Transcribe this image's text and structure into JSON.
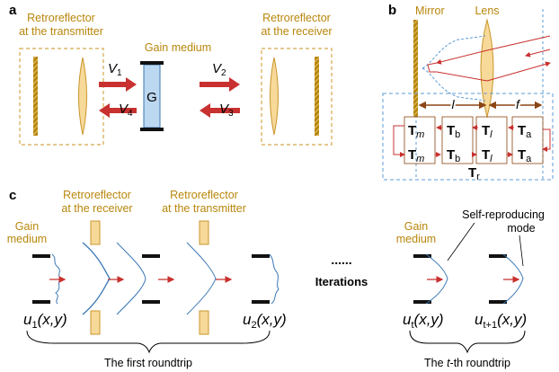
{
  "panel_a": {
    "label": "a",
    "transmitter_title": [
      "Retroreflector",
      "at the transmitter"
    ],
    "receiver_title": [
      "Retroreflector",
      "at the receiver"
    ],
    "gain_title": "Gain medium",
    "gain_letter": "G",
    "v1": "V",
    "v1_sub": "1",
    "v2": "V",
    "v2_sub": "2",
    "v3": "V",
    "v3_sub": "3",
    "v4": "V",
    "v4_sub": "4"
  },
  "panel_b": {
    "label": "b",
    "mirror": "Mirror",
    "lens": "Lens",
    "len_l": "l",
    "len_f": "f",
    "row1": [
      {
        "m": "T",
        "s": "m"
      },
      {
        "m": "T",
        "s": "b"
      },
      {
        "m": "T",
        "s": "l"
      },
      {
        "m": "T",
        "s": "a"
      }
    ],
    "row2": [
      {
        "m": "T",
        "s": "m"
      },
      {
        "m": "T",
        "s": "b"
      },
      {
        "m": "T",
        "s": "l"
      },
      {
        "m": "T",
        "s": "a"
      }
    ],
    "tr": "T",
    "tr_sub": "r"
  },
  "panel_c": {
    "label": "c",
    "gain": [
      "Gain",
      "medium"
    ],
    "rr_receiver": [
      "Retroreflector",
      "at the receiver"
    ],
    "rr_transmitter": [
      "Retroreflector",
      "at the transmitter"
    ],
    "u1": "u",
    "u1_sub": "1",
    "u1_args": "(x,y)",
    "u2": "u",
    "u2_sub": "2",
    "u2_args": "(x,y)",
    "dots": "......",
    "iterations": "Iterations",
    "gain2": [
      "Gain",
      "medium"
    ],
    "self_rep": [
      "Self-reproducing",
      "mode"
    ],
    "ut": "u",
    "ut_sub": "t",
    "ut_args": "(x,y)",
    "ut1": "u",
    "ut1_sub": "t+1",
    "ut1_args": "(x,y)",
    "first_roundtrip": "The first roundtrip",
    "tth_prefix": "The ",
    "tth_italic": "t",
    "tth_suffix": "-th roundtrip"
  },
  "colors": {
    "gold": "#b8860b",
    "red": "#c8312f",
    "blue_dash": "#5b9bd5",
    "gain_fill": "#bcd7f0",
    "wave": "#3a78b5"
  }
}
